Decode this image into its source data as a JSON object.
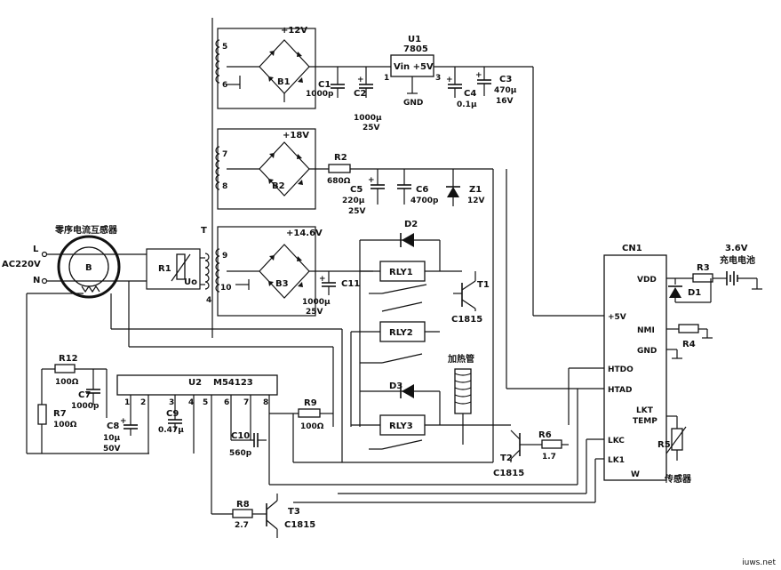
{
  "labels": {
    "ac_input": "AC220V",
    "line_l": "L",
    "line_n": "N",
    "ct_name": "零序电流互感器",
    "ct_core": "B",
    "r1": "R1",
    "uo": "Uo",
    "transformer": "T",
    "pin4": "4",
    "pin5": "5",
    "pin6": "6",
    "pin7": "7",
    "pin8": "8",
    "pin9": "9",
    "pin10": "10",
    "v12": "+12V",
    "v18": "+18V",
    "v146": "+14.6V",
    "b1": "B1",
    "b2": "B2",
    "b3": "B3",
    "u1_name": "U1",
    "u1_part": "7805",
    "u1_pins": "Vin +5V",
    "u1_gnd": "GND",
    "u1_p1": "1",
    "u1_p3": "3",
    "c1_name": "C1",
    "c1_val": "1000p",
    "c2_name": "C2",
    "c2_val1": "1000μ",
    "c2_val2": "25V",
    "c4_name": "C4",
    "c4_val": "0.1μ",
    "c3_name": "C3",
    "c3_val1": "470μ",
    "c3_val2": "16V",
    "r2_name": "R2",
    "r2_val": "680Ω",
    "c5_name": "C5",
    "c5_val1": "220μ",
    "c5_val2": "25V",
    "c6_name": "C6",
    "c6_val": "4700p",
    "z1_name": "Z1",
    "z1_val": "12V",
    "c11_name": "C11",
    "c11_val1": "1000μ",
    "c11_val2": "25V",
    "d2": "D2",
    "d3": "D3",
    "rly1": "RLY1",
    "rly2": "RLY2",
    "rly3": "RLY3",
    "t1": "T1",
    "c1815_t1": "C1815",
    "heater": "加热管",
    "cn1": "CN1",
    "vdd": "VDD",
    "p5v": "+5V",
    "nmi": "NMI",
    "gnd": "GND",
    "htdo": "HTDO",
    "htad": "HTAD",
    "lkt": "LKT",
    "temp": "TEMP",
    "lkc": "LKC",
    "lk1": "LK1",
    "w": "W",
    "batt_v": "3.6V",
    "batt_name": "充电电池",
    "r3": "R3",
    "d1": "D1",
    "r4": "R4",
    "r5": "R5",
    "sensor": "传感器",
    "r12_name": "R12",
    "r12_val": "100Ω",
    "r7_name": "R7",
    "r7_val": "100Ω",
    "c7_name": "C7",
    "c7_val": "1000p",
    "c8_name": "C8",
    "c8_val1": "10μ",
    "c8_val2": "50V",
    "u2_name": "U2",
    "u2_part": "M54123",
    "u2_p1": "1",
    "u2_p2": "2",
    "u2_p3": "3",
    "u2_p4": "4",
    "u2_p5": "5",
    "u2_p6": "6",
    "u2_p7": "7",
    "u2_p8": "8",
    "c9_name": "C9",
    "c9_val": "0.47μ",
    "c10_name": "C10",
    "c10_val": "560p",
    "r9_name": "R9",
    "r9_val": "100Ω",
    "r6_name": "R6",
    "r6_val": "1.7",
    "t2_name": "T2",
    "t2_part": "C1815",
    "r8_name": "R8",
    "r8_val": "2.7",
    "t3_name": "T3",
    "t3_part": "C1815",
    "watermark": "iuws.net"
  }
}
